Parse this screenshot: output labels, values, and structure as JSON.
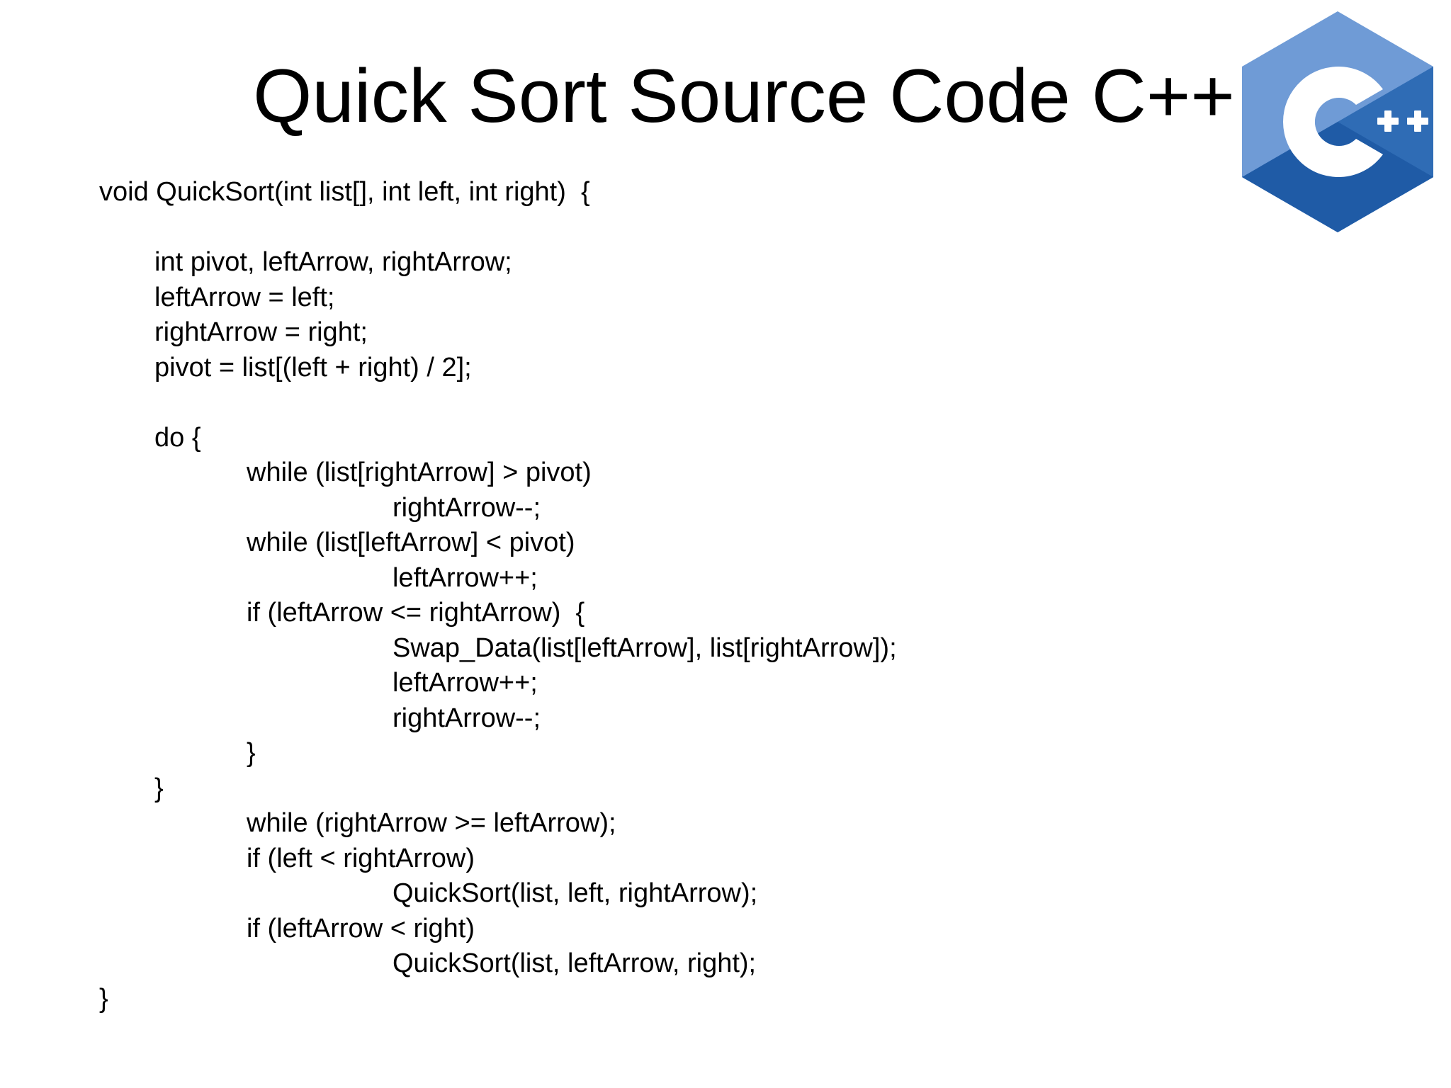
{
  "slide": {
    "title": "Quick Sort Source Code C++",
    "logo": {
      "icon": "cpp-logo-icon",
      "text": "C++",
      "colors": {
        "light": "#6F9BD6",
        "dark": "#1F5BA6",
        "mid": "#2F6CB5",
        "letter": "#FFFFFF"
      }
    },
    "code_lines": [
      {
        "indent": 0,
        "text": "void QuickSort(int list[], int left, int right)  {"
      },
      {
        "indent": 0,
        "text": ""
      },
      {
        "indent": 1,
        "text": "int pivot, leftArrow, rightArrow;"
      },
      {
        "indent": 1,
        "text": "leftArrow = left;"
      },
      {
        "indent": 1,
        "text": "rightArrow = right;"
      },
      {
        "indent": 1,
        "text": "pivot = list[(left + right) / 2];"
      },
      {
        "indent": 0,
        "text": ""
      },
      {
        "indent": 1,
        "text": "do {"
      },
      {
        "indent": 2,
        "text": "while (list[rightArrow] > pivot)"
      },
      {
        "indent": 3,
        "text": "rightArrow--;"
      },
      {
        "indent": 2,
        "text": "while (list[leftArrow] < pivot)"
      },
      {
        "indent": 3,
        "text": "leftArrow++;"
      },
      {
        "indent": 2,
        "text": "if (leftArrow <= rightArrow)  {"
      },
      {
        "indent": 3,
        "text": "Swap_Data(list[leftArrow], list[rightArrow]);"
      },
      {
        "indent": 3,
        "text": "leftArrow++;"
      },
      {
        "indent": 3,
        "text": "rightArrow--;"
      },
      {
        "indent": 2,
        "text": "}"
      },
      {
        "indent": 1,
        "text": "}"
      },
      {
        "indent": 2,
        "text": "while (rightArrow >= leftArrow);"
      },
      {
        "indent": 2,
        "text": "if (left < rightArrow)"
      },
      {
        "indent": 3,
        "text": "QuickSort(list, left, rightArrow);"
      },
      {
        "indent": 2,
        "text": "if (leftArrow < right)"
      },
      {
        "indent": 3,
        "text": "QuickSort(list, leftArrow, right);"
      },
      {
        "indent": 0,
        "text": "}"
      }
    ]
  }
}
